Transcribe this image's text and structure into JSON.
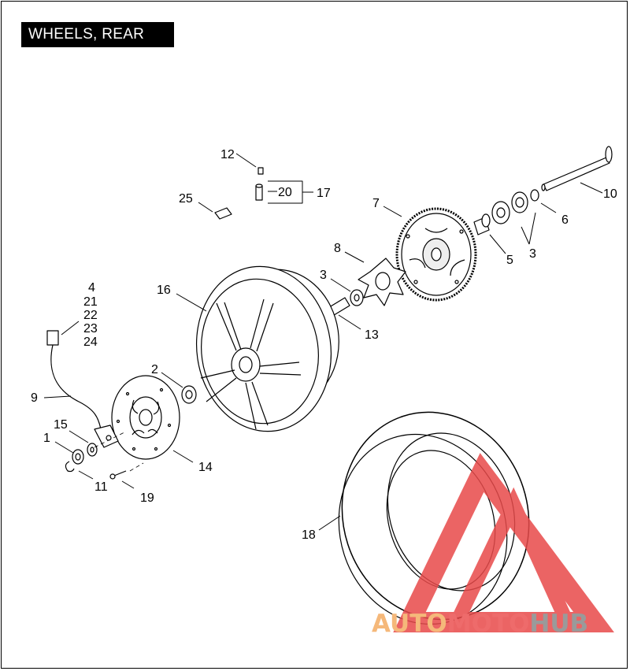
{
  "title": "WHEELS, REAR",
  "callouts": {
    "c1": "1",
    "c2": "2",
    "c3a": "3",
    "c3b": "3",
    "c4": "4",
    "c5": "5",
    "c6": "6",
    "c7": "7",
    "c8": "8",
    "c9": "9",
    "c10": "10",
    "c11": "11",
    "c12": "12",
    "c13": "13",
    "c14": "14",
    "c15": "15",
    "c16": "16",
    "c17": "17",
    "c18": "18",
    "c19": "19",
    "c20": "20",
    "c21": "21",
    "c22": "22",
    "c23": "23",
    "c24": "24",
    "c25": "25"
  },
  "watermark": {
    "part1": "AUTO",
    "part2": "MOTO",
    "part3": "HUB",
    "color_orange": "#f5b87a",
    "color_red": "#ee6b6b",
    "color_gray": "#9a9a9a",
    "logo_color": "#e84a4a"
  }
}
